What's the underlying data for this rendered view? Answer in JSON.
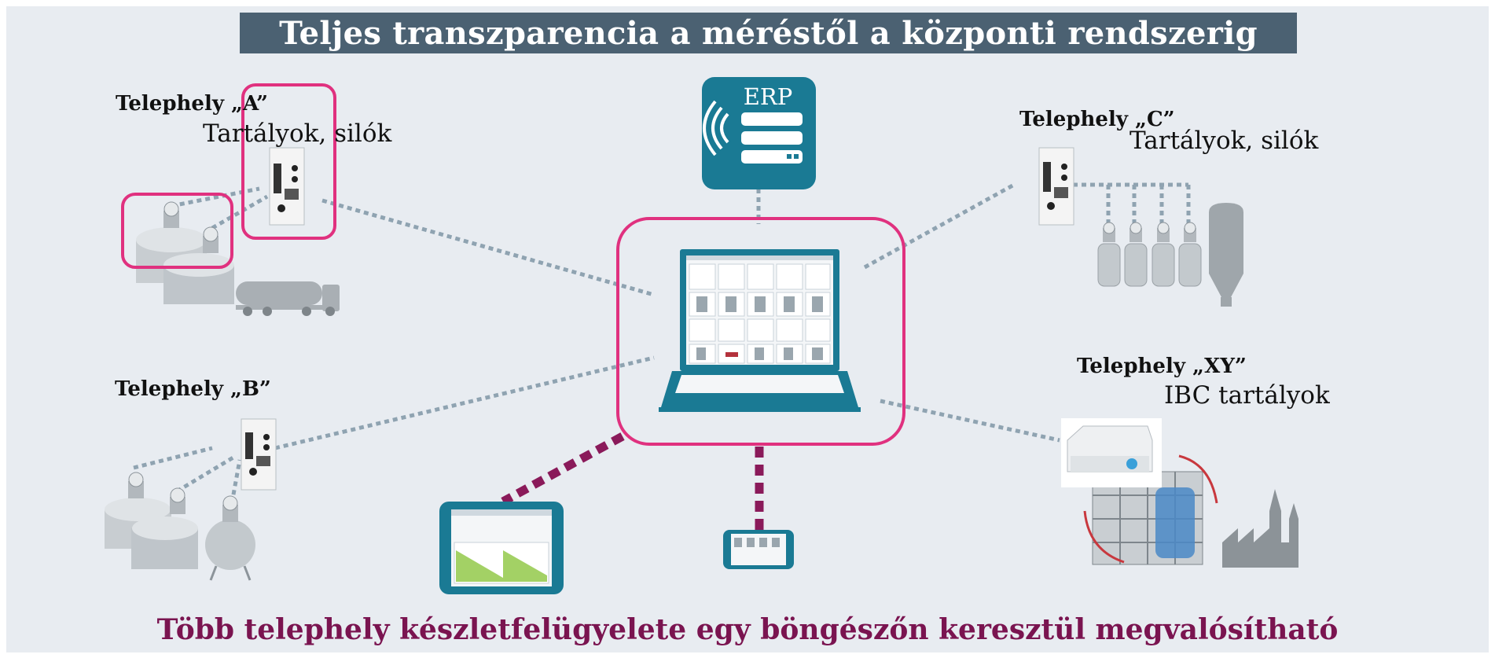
{
  "title": "Teljes transzparencia a méréstől a központi rendszerig",
  "erp_label": "ERP",
  "sites": {
    "a": {
      "name": "Telephely „A”",
      "desc": "Tartályok, silók"
    },
    "b": {
      "name": "Telephely „B”"
    },
    "c": {
      "name": "Telephely „C”",
      "desc": "Tartályok, silók"
    },
    "xy": {
      "name": "Telephely „XY”",
      "desc": "IBC tartályok"
    }
  },
  "footer": "Több telephely készletfelügyelete egy böngészőn keresztül megvalósítható",
  "colors": {
    "title_bg": "#4b6172",
    "highlight": "#e0317f",
    "erp_bg": "#1a7a94",
    "laptop": "#1a7a94",
    "footer_text": "#7a1450",
    "connector": "#8fa3b1",
    "mobile_connector": "#8a1a5a"
  }
}
